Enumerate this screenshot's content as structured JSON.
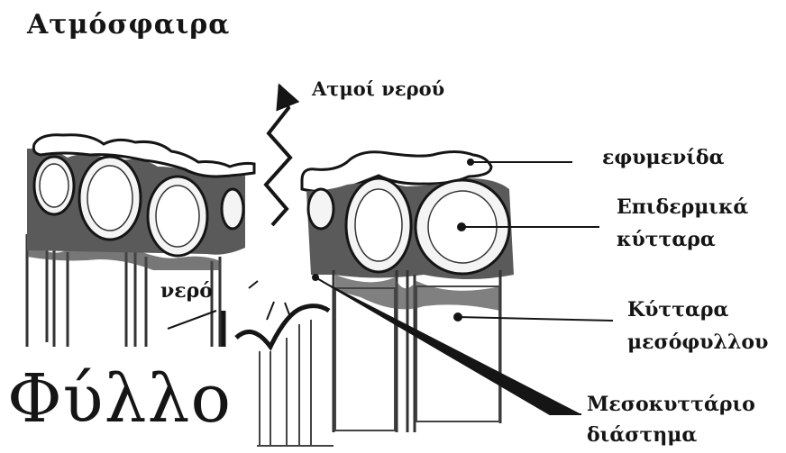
{
  "labels": {
    "atmosphere": "Ατμόσφαιρα",
    "water_vapor": "Ατμοί νερού",
    "cuticle": "εφυμενίδα",
    "epidermal_cells_line1": "Επιδερμικά",
    "epidermal_cells_line2": "κύτταρα",
    "water": "νερό",
    "mesophyll_cells_line1": "Κύτταρα",
    "mesophyll_cells_line2": "μεσόφυλλου",
    "intercellular_space_line1": "Μεσοκυττάριο",
    "intercellular_space_line2": "διάστημα",
    "leaf": "Φύλλο"
  },
  "colors": {
    "ink": "#151515",
    "cell_shade": "#4a4a4a",
    "cell_fill": "#f4f4f4",
    "background": "#ffffff"
  }
}
